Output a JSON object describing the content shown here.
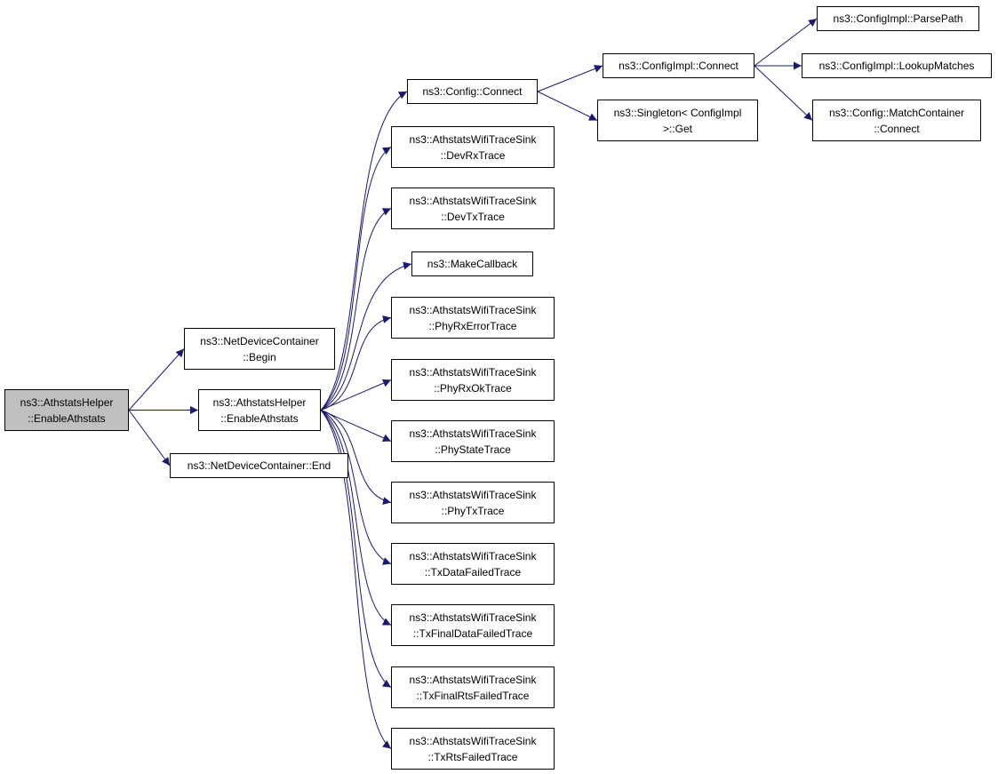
{
  "colors": {
    "edge": "#191970",
    "root_fill": "#bfbfbf",
    "node_fill": "#ffffff",
    "border": "#000000"
  },
  "nodes": [
    {
      "id": "enable_root",
      "lines": [
        "ns3::AthstatsHelper",
        "::EnableAthstats"
      ]
    },
    {
      "id": "ndc_begin",
      "lines": [
        "ns3::NetDeviceContainer",
        "::Begin"
      ]
    },
    {
      "id": "enable_mid",
      "lines": [
        "ns3::AthstatsHelper",
        "::EnableAthstats"
      ]
    },
    {
      "id": "ndc_end",
      "lines": [
        "ns3::NetDeviceContainer::End"
      ]
    },
    {
      "id": "config_connect",
      "lines": [
        "ns3::Config::Connect"
      ]
    },
    {
      "id": "dev_rx",
      "lines": [
        "ns3::AthstatsWifiTraceSink",
        "::DevRxTrace"
      ]
    },
    {
      "id": "dev_tx",
      "lines": [
        "ns3::AthstatsWifiTraceSink",
        "::DevTxTrace"
      ]
    },
    {
      "id": "make_callback",
      "lines": [
        "ns3::MakeCallback"
      ]
    },
    {
      "id": "phy_rx_error",
      "lines": [
        "ns3::AthstatsWifiTraceSink",
        "::PhyRxErrorTrace"
      ]
    },
    {
      "id": "phy_rx_ok",
      "lines": [
        "ns3::AthstatsWifiTraceSink",
        "::PhyRxOkTrace"
      ]
    },
    {
      "id": "phy_state",
      "lines": [
        "ns3::AthstatsWifiTraceSink",
        "::PhyStateTrace"
      ]
    },
    {
      "id": "phy_tx",
      "lines": [
        "ns3::AthstatsWifiTraceSink",
        "::PhyTxTrace"
      ]
    },
    {
      "id": "tx_data_failed",
      "lines": [
        "ns3::AthstatsWifiTraceSink",
        "::TxDataFailedTrace"
      ]
    },
    {
      "id": "tx_final_data_failed",
      "lines": [
        "ns3::AthstatsWifiTraceSink",
        "::TxFinalDataFailedTrace"
      ]
    },
    {
      "id": "tx_final_rts_failed",
      "lines": [
        "ns3::AthstatsWifiTraceSink",
        "::TxFinalRtsFailedTrace"
      ]
    },
    {
      "id": "tx_rts_failed",
      "lines": [
        "ns3::AthstatsWifiTraceSink",
        "::TxRtsFailedTrace"
      ]
    },
    {
      "id": "cfgimpl_connect",
      "lines": [
        "ns3::ConfigImpl::Connect"
      ]
    },
    {
      "id": "singleton_get",
      "lines": [
        "ns3::Singleton< ConfigImpl",
        ">::Get"
      ]
    },
    {
      "id": "parse_path",
      "lines": [
        "ns3::ConfigImpl::ParsePath"
      ]
    },
    {
      "id": "lookup_matches",
      "lines": [
        "ns3::ConfigImpl::LookupMatches"
      ]
    },
    {
      "id": "match_container_connect",
      "lines": [
        "ns3::Config::MatchContainer",
        "::Connect"
      ]
    }
  ],
  "edges": [
    [
      "enable_root",
      "ndc_begin"
    ],
    [
      "enable_root",
      "enable_mid"
    ],
    [
      "enable_root",
      "ndc_end"
    ],
    [
      "enable_mid",
      "config_connect"
    ],
    [
      "enable_mid",
      "dev_rx"
    ],
    [
      "enable_mid",
      "dev_tx"
    ],
    [
      "enable_mid",
      "make_callback"
    ],
    [
      "enable_mid",
      "phy_rx_error"
    ],
    [
      "enable_mid",
      "phy_rx_ok"
    ],
    [
      "enable_mid",
      "phy_state"
    ],
    [
      "enable_mid",
      "phy_tx"
    ],
    [
      "enable_mid",
      "tx_data_failed"
    ],
    [
      "enable_mid",
      "tx_final_data_failed"
    ],
    [
      "enable_mid",
      "tx_final_rts_failed"
    ],
    [
      "enable_mid",
      "tx_rts_failed"
    ],
    [
      "config_connect",
      "cfgimpl_connect"
    ],
    [
      "config_connect",
      "singleton_get"
    ],
    [
      "cfgimpl_connect",
      "parse_path"
    ],
    [
      "cfgimpl_connect",
      "lookup_matches"
    ],
    [
      "cfgimpl_connect",
      "match_container_connect"
    ]
  ]
}
